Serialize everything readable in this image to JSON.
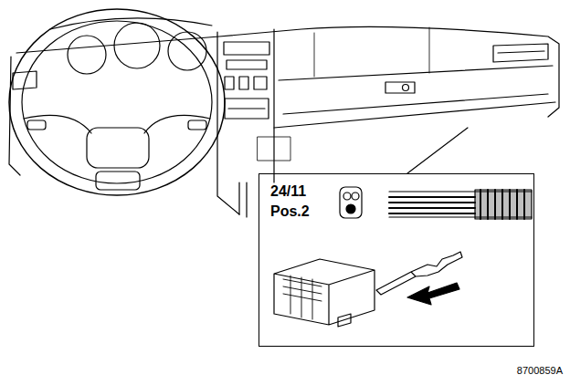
{
  "diagram": {
    "nodes": [
      {
        "text": [
          "24/11",
          "Pos.2"
        ]
      }
    ],
    "edges": [],
    "labels": [
      "8700859A"
    ]
  }
}
